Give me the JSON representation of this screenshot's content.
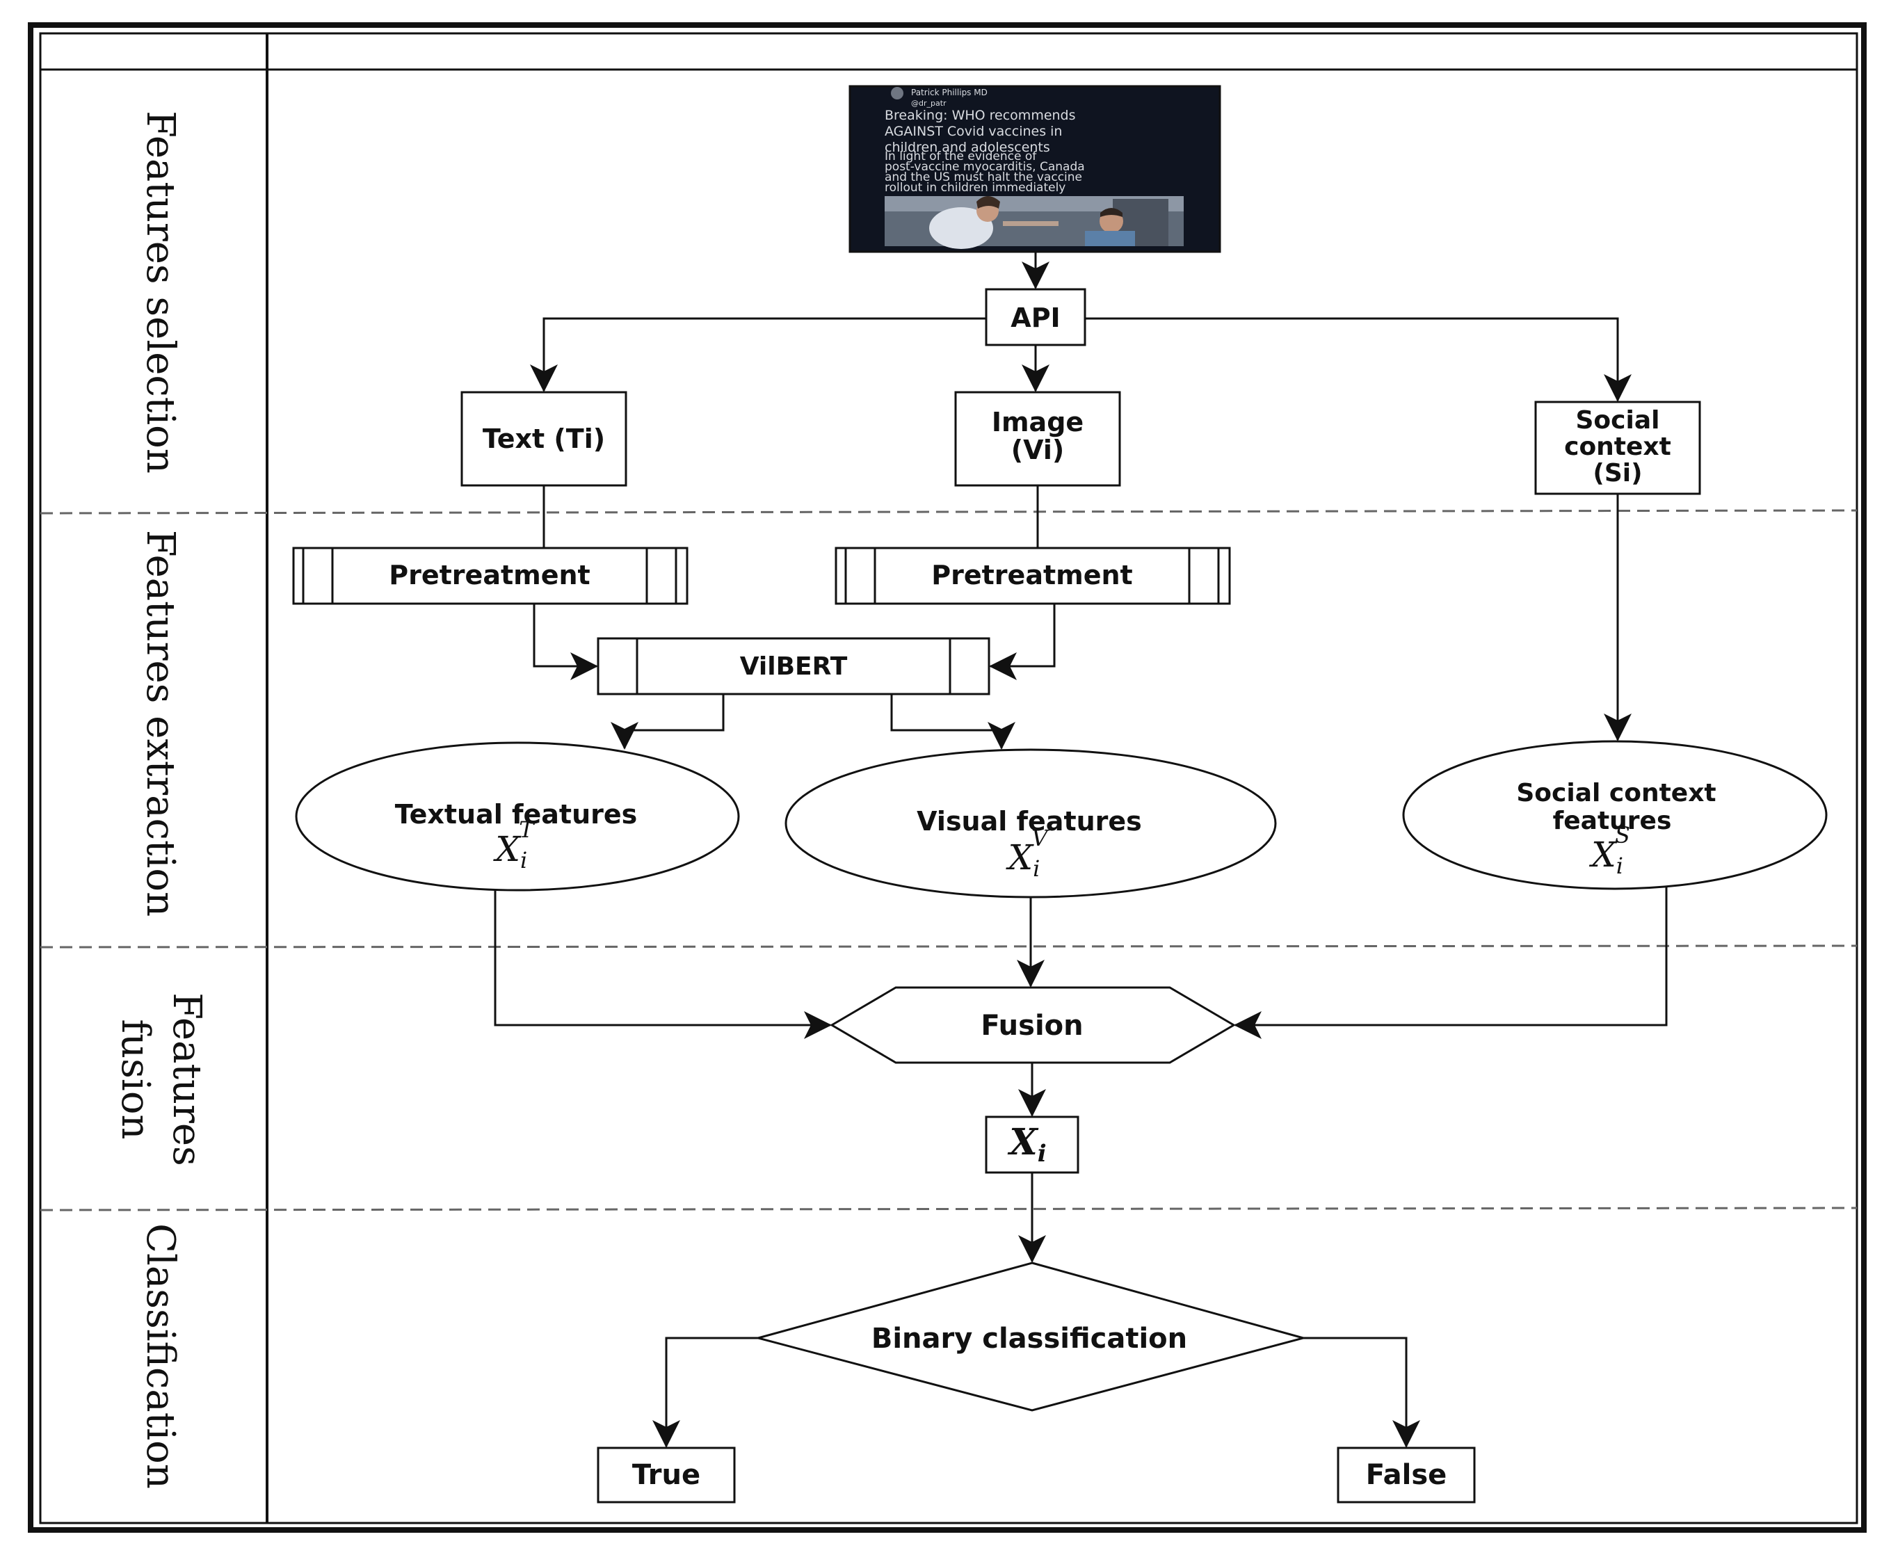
{
  "stages": {
    "selection": "Features selection",
    "extraction": "Features extraction",
    "fusion_line1": "Features",
    "fusion_line2": "fusion",
    "classification": "Classification"
  },
  "post_image": {
    "header": "Patrick Phillips MD",
    "handle": "@dr_patr",
    "para1": [
      "Breaking:  WHO recommends",
      "AGAINST Covid vaccines in",
      "children and adolescents"
    ],
    "para2": [
      "In light of the evidence of",
      "post-vaccine myocarditis, Canada",
      "and the US must halt the vaccine",
      "rollout in children immediately"
    ]
  },
  "nodes": {
    "api": "API",
    "text": "Text (Ti)",
    "image_line1": "Image",
    "image_line2": "(Vi)",
    "social_line1": "Social",
    "social_line2": "context",
    "social_line3": "(Si)",
    "pretreatment_text": "Pretreatment",
    "pretreatment_image": "Pretreatment",
    "vilbert": "VilBERT",
    "textual_features": "Textual features",
    "visual_features": "Visual features",
    "social_features_line1": "Social context",
    "social_features_line2": "features",
    "fusion": "Fusion",
    "binary_classification": "Binary classification",
    "true": "True",
    "false": "False"
  },
  "math": {
    "x_text": {
      "base": "X",
      "sub": "i",
      "sup": "T"
    },
    "x_visual": {
      "base": "X",
      "sub": "i",
      "sup": "V"
    },
    "x_social": {
      "base": "X",
      "sub": "i",
      "sup": "S"
    },
    "x_fused": {
      "base": "X",
      "sub": "i"
    }
  },
  "colors": {
    "ink": "#111111",
    "dashed": "#666666",
    "post_bg": "#0f1420"
  }
}
